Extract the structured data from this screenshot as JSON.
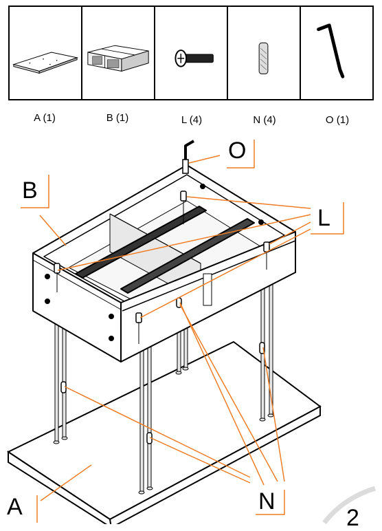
{
  "parts": [
    {
      "label": "A (1)",
      "icon": "panel-icon"
    },
    {
      "label": "B (1)",
      "icon": "frame-icon"
    },
    {
      "label": "L (4)",
      "icon": "screw-icon"
    },
    {
      "label": "N (4)",
      "icon": "dowel-icon"
    },
    {
      "label": "O (1)",
      "icon": "allen-key-icon"
    }
  ],
  "callouts": {
    "o": "O",
    "b": "B",
    "l": "L",
    "a": "A",
    "n": "N"
  },
  "page_number": "2",
  "colors": {
    "leader": "#f07d23",
    "line": "#000000",
    "fill": "#ffffff"
  }
}
